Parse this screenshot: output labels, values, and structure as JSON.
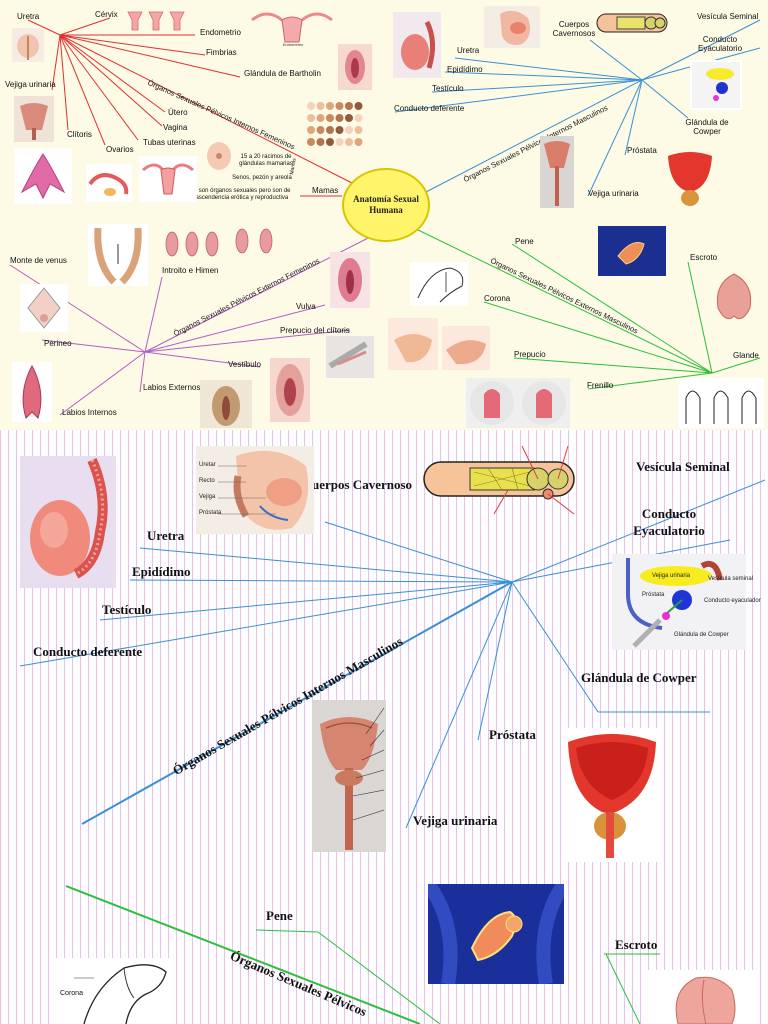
{
  "top": {
    "center": "Anatomía Sexual Humana",
    "branches": {
      "fem_int": "Órganos Sexuales Pélvicos Internos Femeninos",
      "masc_int": "Órganos Sexuales Pélvicos Internos Masculinos",
      "fem_ext": "Órganos Sexuales Pélvicos Externos Femeninos",
      "masc_ext": "Órganos Sexuales Pélvicos Externos Masculinos"
    },
    "fem_int_items": {
      "uretra": "Uretra",
      "cervix": "Cérvix",
      "vejiga": "Vejiga urinaria",
      "clitoris": "Clítoris",
      "endometrio": "Endometrio",
      "fimbrias": "Fimbrias",
      "bartholin": "Glándula de Bartholin",
      "utero": "Útero",
      "vagina": "Vagina",
      "tubas": "Tubas uterinas",
      "ovarios": "Ovarios",
      "mamas": "Mamas"
    },
    "mamas_notes": {
      "racimos": "15 a 20 racimos de glándulas mamarias",
      "senos": "Senos, pezón y areola",
      "no_son": "No son órganos sexuales pero son de trascendencia erótica y reproductiva",
      "tag": "Mamas"
    },
    "masc_int_items": {
      "cuerpos": "Cuerpos Cavernosos",
      "vesicula": "Vesícula Seminal",
      "conducto_eyac": "Conducto Eyaculatorio",
      "uretra": "Uretra",
      "epididimo": "Epidídimo",
      "testiculo": "Testículo",
      "deferente": "Conducto deferente",
      "cowper": "Glándula de Cowper",
      "prostata": "Próstata",
      "vejiga": "Vejiga urinaria"
    },
    "fem_ext_items": {
      "monte": "Monte de venus",
      "introito": "Introito e Himen",
      "perineo": "Perineo",
      "vulva": "Vulva",
      "prepucio": "Prepucio del clítoris",
      "vestibulo": "Vestíbulo",
      "labios_ext": "Labios Externos",
      "labios_int": "Labios Internos"
    },
    "masc_ext_items": {
      "pene": "Pene",
      "escroto": "Escroto",
      "corona": "Corona",
      "prepucio": "Prepucio",
      "frenillo": "Frenillo",
      "glande": "Glande"
    }
  },
  "bottom": {
    "branch_masc_int": "Órganos Sexuales Pélvicos Internos Masculinos",
    "branch_masc_ext": "Órganos Sexuales Pélvicos",
    "labels": {
      "cuerpos": "uerpos Cavernoso",
      "vesicula": "Vesícula Seminal",
      "conducto_eyac": "Conducto Eyaculatorio",
      "uretra": "Uretra",
      "epididimo": "Epidídimo",
      "testiculo": "Testículo",
      "deferente": "Conducto deferente",
      "cowper": "Glándula de Cowper",
      "prostata": "Próstata",
      "vejiga": "Vejiga urinaria",
      "pene": "Pene",
      "escroto": "Escroto"
    },
    "pelvis_labels": {
      "uretra": "Uretar",
      "recto": "Recto",
      "vejiga": "Vejiga",
      "prostata": "Próstata"
    },
    "seminal_labels": {
      "vejiga": "Vejiga urinaria",
      "vesicula": "Vesícula seminal",
      "prostata": "Próstata",
      "conducto": "Conducto eyaculador",
      "cowper": "Glándula de Cowper"
    },
    "corona_label": "Corona"
  },
  "colors": {
    "blue": "#3a8fd6",
    "green": "#2bbf3a",
    "purple": "#b05cc8",
    "red": "#e03030",
    "yellow": "#fff46a"
  }
}
